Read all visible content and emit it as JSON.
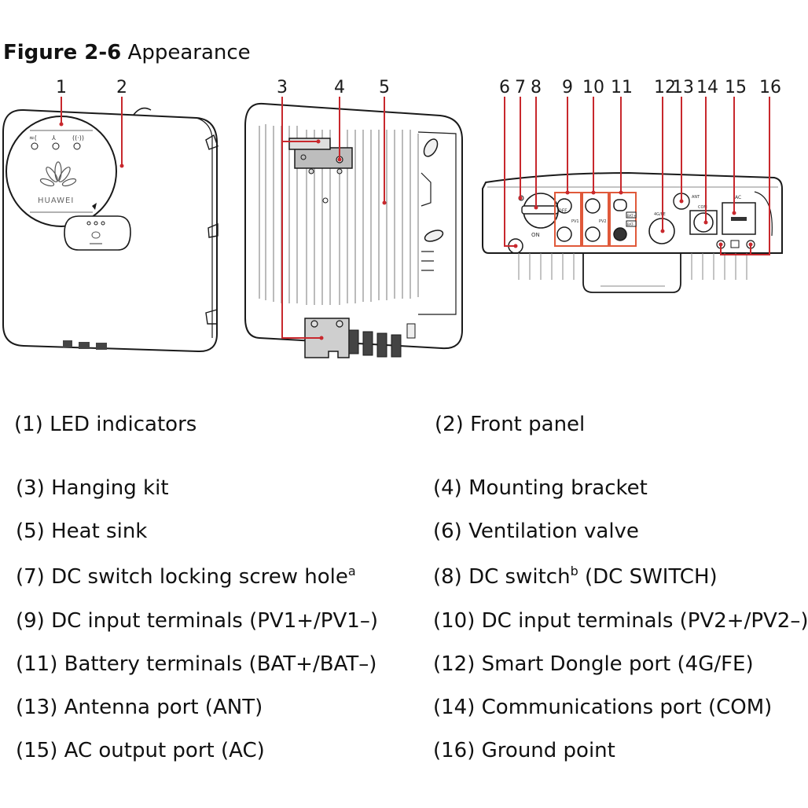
{
  "figure": {
    "number": "Figure 2-6",
    "title": "Appearance",
    "accent_color": "#c8282d",
    "connector_box_color": "#e0593a",
    "views": [
      {
        "name": "front-view",
        "callouts": [
          "1",
          "2"
        ]
      },
      {
        "name": "rear-view",
        "callouts": [
          "3",
          "4",
          "5"
        ]
      },
      {
        "name": "bottom-view",
        "callouts": [
          "6",
          "7",
          "8",
          "9",
          "10",
          "11",
          "12",
          "13",
          "14",
          "15",
          "16"
        ]
      }
    ],
    "device_labels": {
      "brand": "HUAWEI",
      "dc_switch_off": "OFF",
      "dc_switch_on": "ON",
      "pv1": "PV1",
      "pv2": "PV2",
      "bat_plus": "BAT+",
      "bat_minus": "BAT-",
      "dongle": "4G/FE",
      "antenna": "ANT",
      "com": "COM",
      "ac": "AC"
    }
  },
  "legend": [
    {
      "num": "(1)",
      "text": "LED indicators",
      "sup": ""
    },
    {
      "num": "(2)",
      "text": "Front panel",
      "sup": ""
    },
    {
      "num": "(3)",
      "text": "Hanging kit",
      "sup": ""
    },
    {
      "num": "(4)",
      "text": "Mounting bracket",
      "sup": ""
    },
    {
      "num": "(5)",
      "text": "Heat sink",
      "sup": ""
    },
    {
      "num": "(6)",
      "text": "Ventilation valve",
      "sup": ""
    },
    {
      "num": "(7)",
      "text": "DC switch locking screw hole",
      "sup": "a",
      "after": ""
    },
    {
      "num": "(8)",
      "text": "DC switch",
      "sup": "b",
      "after": " (DC SWITCH)"
    },
    {
      "num": "(9)",
      "text": "DC input terminals (PV1+/PV1–)",
      "sup": ""
    },
    {
      "num": "(10)",
      "text": "DC input terminals (PV2+/PV2–)",
      "sup": ""
    },
    {
      "num": "(11)",
      "text": "Battery terminals (BAT+/BAT–)",
      "sup": ""
    },
    {
      "num": "(12)",
      "text": "Smart Dongle port (4G/FE)",
      "sup": ""
    },
    {
      "num": "(13)",
      "text": "Antenna port (ANT)",
      "sup": ""
    },
    {
      "num": "(14)",
      "text": "Communications port (COM)",
      "sup": ""
    },
    {
      "num": "(15)",
      "text": "AC output port (AC)",
      "sup": ""
    },
    {
      "num": "(16)",
      "text": "Ground point",
      "sup": ""
    }
  ]
}
